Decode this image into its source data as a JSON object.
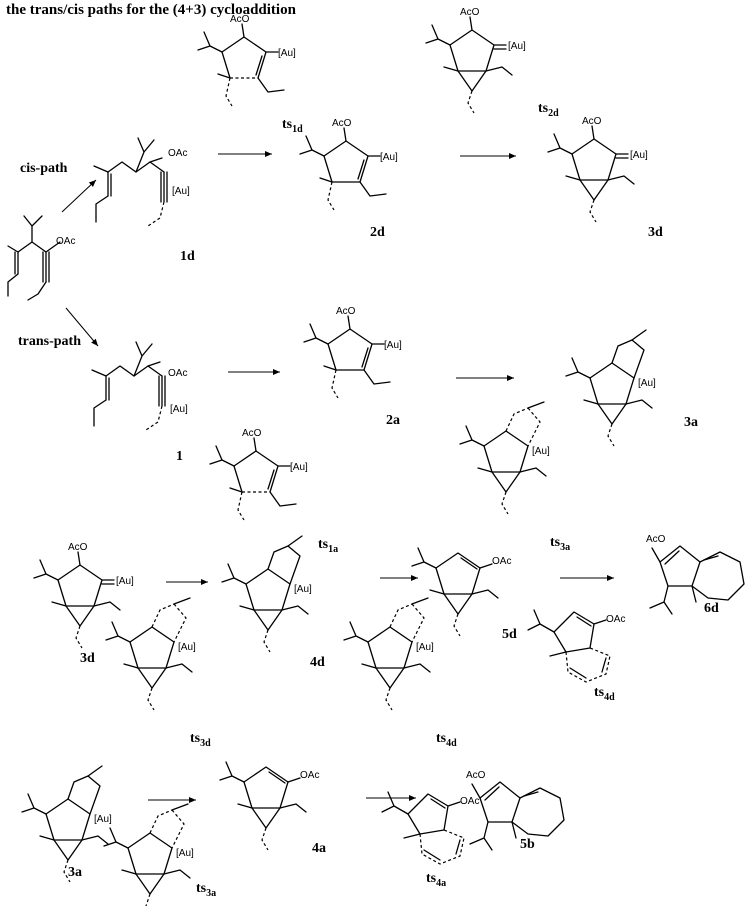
{
  "title": "the trans/cis paths for the (4+3) cycloaddition",
  "path_labels": {
    "cis": "cis-path",
    "trans": "trans-path"
  },
  "groups": {
    "oac": "OAc",
    "aco": "AcO",
    "au": "[Au]"
  },
  "labels": {
    "ts1d": {
      "main": "ts",
      "sub": "1d"
    },
    "ts2d": {
      "main": "ts",
      "sub": "2d"
    },
    "c1d": "1d",
    "c2d": "2d",
    "c3d": "3d",
    "c1": "1",
    "c2a": "2a",
    "ts1a": {
      "main": "ts",
      "sub": "1a"
    },
    "c3a": "3a",
    "ts3a": {
      "main": "ts",
      "sub": "3a"
    },
    "r3_3d": "3d",
    "c4d": "4d",
    "ts3d": {
      "main": "ts",
      "sub": "3d"
    },
    "c5d": "5d",
    "ts4d_a": {
      "main": "ts",
      "sub": "4d"
    },
    "ts4d_b": {
      "main": "ts",
      "sub": "4d"
    },
    "c6d": "6d",
    "r4_3a": "3a",
    "r4_ts3a": {
      "main": "ts",
      "sub": "3a"
    },
    "c4a": "4a",
    "ts4a": {
      "main": "ts",
      "sub": "4a"
    },
    "c5b": "5b"
  }
}
